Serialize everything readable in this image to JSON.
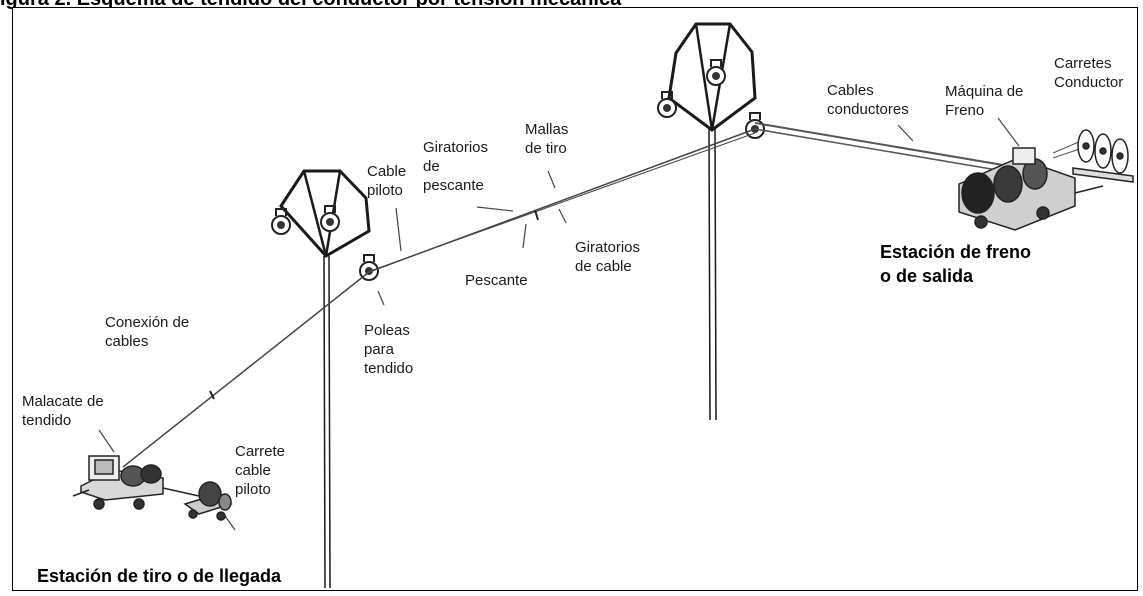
{
  "figure": {
    "title": "igura 2. Esquema de tendido del conductor por tensión mecánica"
  },
  "labels": {
    "conexion_cables": "Conexión de cables",
    "malacate_tendido": "Malacate de tendido",
    "carrete_cable_piloto": "Carrete cable piloto",
    "cable_piloto": "Cable piloto",
    "poleas_tendido": "Poleas para tendido",
    "giratorios_pescante": "Giratorios de pescante",
    "mallas_tiro": "Mallas de tiro",
    "pescante": "Pescante",
    "giratorios_cable": "Giratorios de cable",
    "cables_conductores": "Cables conductores",
    "maquina_freno": "Máquina de Freno",
    "carretes_conductor": "Carretes Conductor"
  },
  "stations": {
    "freno_salida": "Estación de freno o de salida",
    "tiro_llegada": "Estación de tiro o de llegada"
  }
}
